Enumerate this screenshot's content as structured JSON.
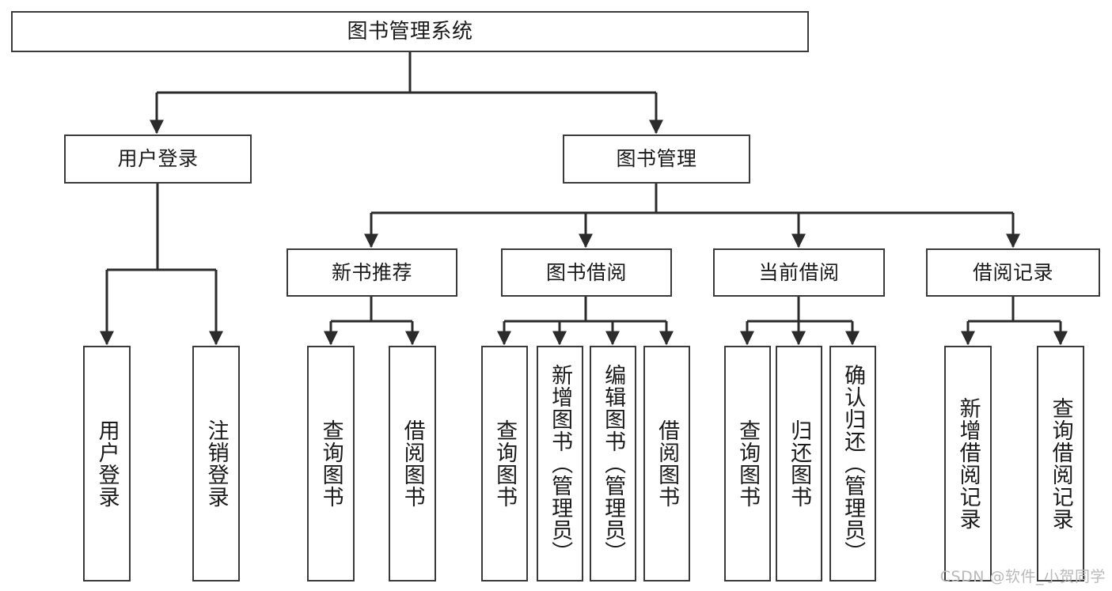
{
  "diagram": {
    "title_node": {
      "label": "图书管理系统"
    },
    "level2": [
      {
        "id": "user-login",
        "label": "用户登录"
      },
      {
        "id": "book-management",
        "label": "图书管理"
      }
    ],
    "level3": [
      {
        "id": "new-book-recommend",
        "label": "新书推荐"
      },
      {
        "id": "book-borrow",
        "label": "图书借阅"
      },
      {
        "id": "current-borrow",
        "label": "当前借阅"
      },
      {
        "id": "borrow-record",
        "label": "借阅记录"
      }
    ],
    "leaves": {
      "user_login": [
        {
          "id": "leaf-user-login",
          "label": "用户登录"
        },
        {
          "id": "leaf-logout-login",
          "label": "注销登录"
        }
      ],
      "new_book_recommend": [
        {
          "id": "leaf-query-book-1",
          "label": "查询图书"
        },
        {
          "id": "leaf-borrow-book-1",
          "label": "借阅图书"
        }
      ],
      "book_borrow": [
        {
          "id": "leaf-query-book-2",
          "label": "查询图书"
        },
        {
          "id": "leaf-add-book-admin",
          "label": "新增图书（管理员）"
        },
        {
          "id": "leaf-edit-book-admin",
          "label": "编辑图书（管理员）"
        },
        {
          "id": "leaf-borrow-book-2",
          "label": "借阅图书"
        }
      ],
      "current_borrow": [
        {
          "id": "leaf-query-book-3",
          "label": "查询图书"
        },
        {
          "id": "leaf-return-book",
          "label": "归还图书"
        },
        {
          "id": "leaf-confirm-return-admin",
          "label": "确认归还（管理员）"
        }
      ],
      "borrow_record": [
        {
          "id": "leaf-add-borrow-record",
          "label": "新增借阅记录"
        },
        {
          "id": "leaf-query-borrow-record",
          "label": "查询借阅记录"
        }
      ]
    },
    "watermark": {
      "text": "CSDN @软件_小贺同学"
    },
    "colors": {
      "border": "#3a3a3a",
      "edge": "#2b2b2b",
      "text": "#1a1a1a",
      "background": "#ffffff",
      "watermark": "#b9b9b9"
    }
  }
}
